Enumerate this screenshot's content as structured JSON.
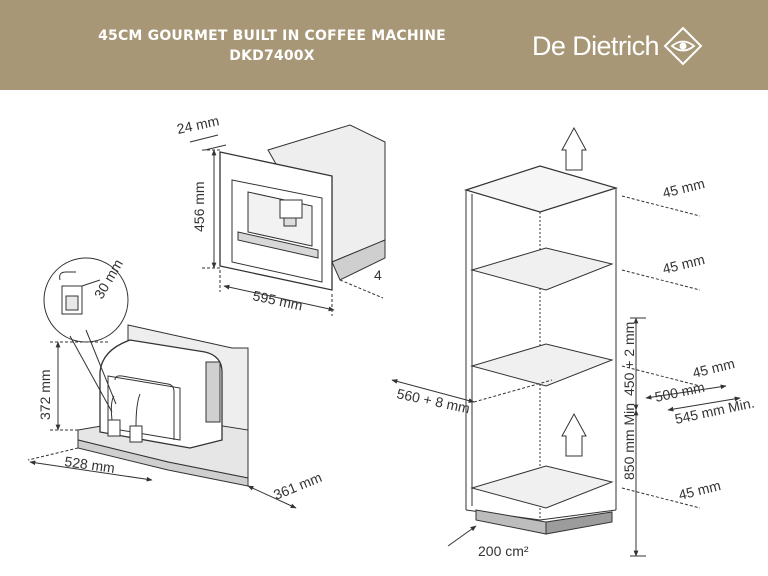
{
  "header": {
    "title_line1": "45CM GOURMET BUILT IN COFFEE MACHINE",
    "title_line2": "DKD7400X",
    "brand": "De Dietrich",
    "brand_logo_icon": "diamond-logo-icon",
    "background_color": "#a89777"
  },
  "dimensions": {
    "front_depth": "24 mm",
    "front_height": "456 mm",
    "front_width": "595 mm",
    "front_partial": "4",
    "side_height": "372 mm",
    "side_width": "528 mm",
    "side_depth": "361 mm",
    "pipe_clearance": "30 mm",
    "top_gap": "45 mm",
    "shelf_gap": "45 mm",
    "mid_gap": "45 mm",
    "bottom_gap": "45 mm",
    "niche_opening": "450 + 2 mm",
    "niche_total": "850 mm Min",
    "niche_depth": "560 + 8 mm",
    "shelf_depth": "500 mm",
    "cabinet_depth": "545 mm Min.",
    "vent_area": "200 cm²"
  }
}
